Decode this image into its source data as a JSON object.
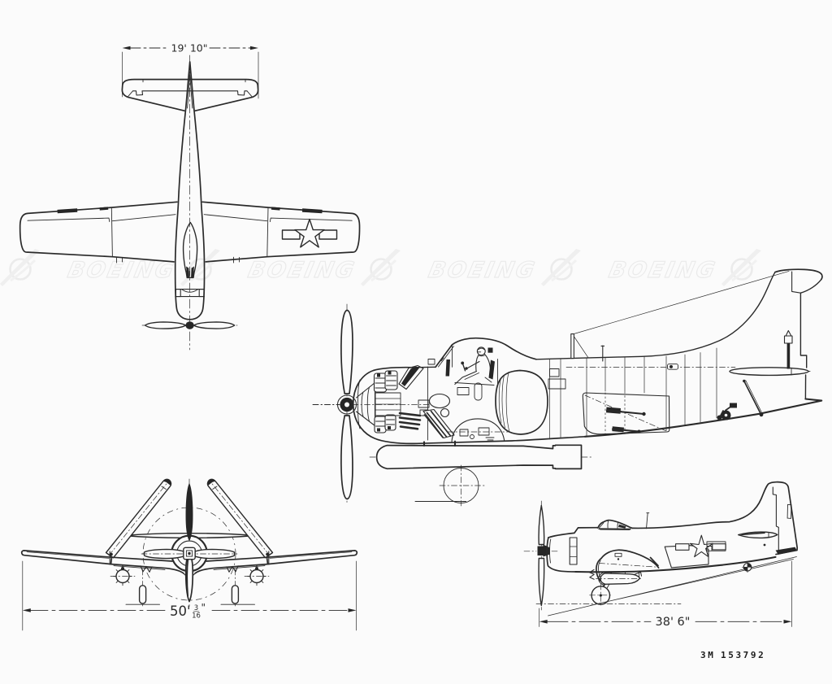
{
  "document": {
    "type": "aircraft multi-view technical drawing",
    "subject": "Douglas AD Skyraider attack aircraft",
    "views": {
      "top_view": "top (plan) view, nose down",
      "cutaway_view": "side cutaway view with engine, cockpit, pilot, fuel tank and torpedo",
      "front_view": "front view with wings extended and folded positions",
      "side_view": "left side profile view on ground line"
    }
  },
  "annotations": {
    "tail_span": "19' 10\"",
    "wing_span_feet": "50'",
    "wing_span_frac_num": "3",
    "wing_span_frac_den": "16",
    "wing_span_unit": "\"",
    "length": "38' 6\"",
    "photo_prefix": "3M",
    "photo_number": "153792"
  },
  "watermark": {
    "text": "BOEING",
    "color": "#e4e4e4"
  },
  "colors": {
    "ink": "#1f1f1f",
    "background": "#fbfbfb"
  }
}
